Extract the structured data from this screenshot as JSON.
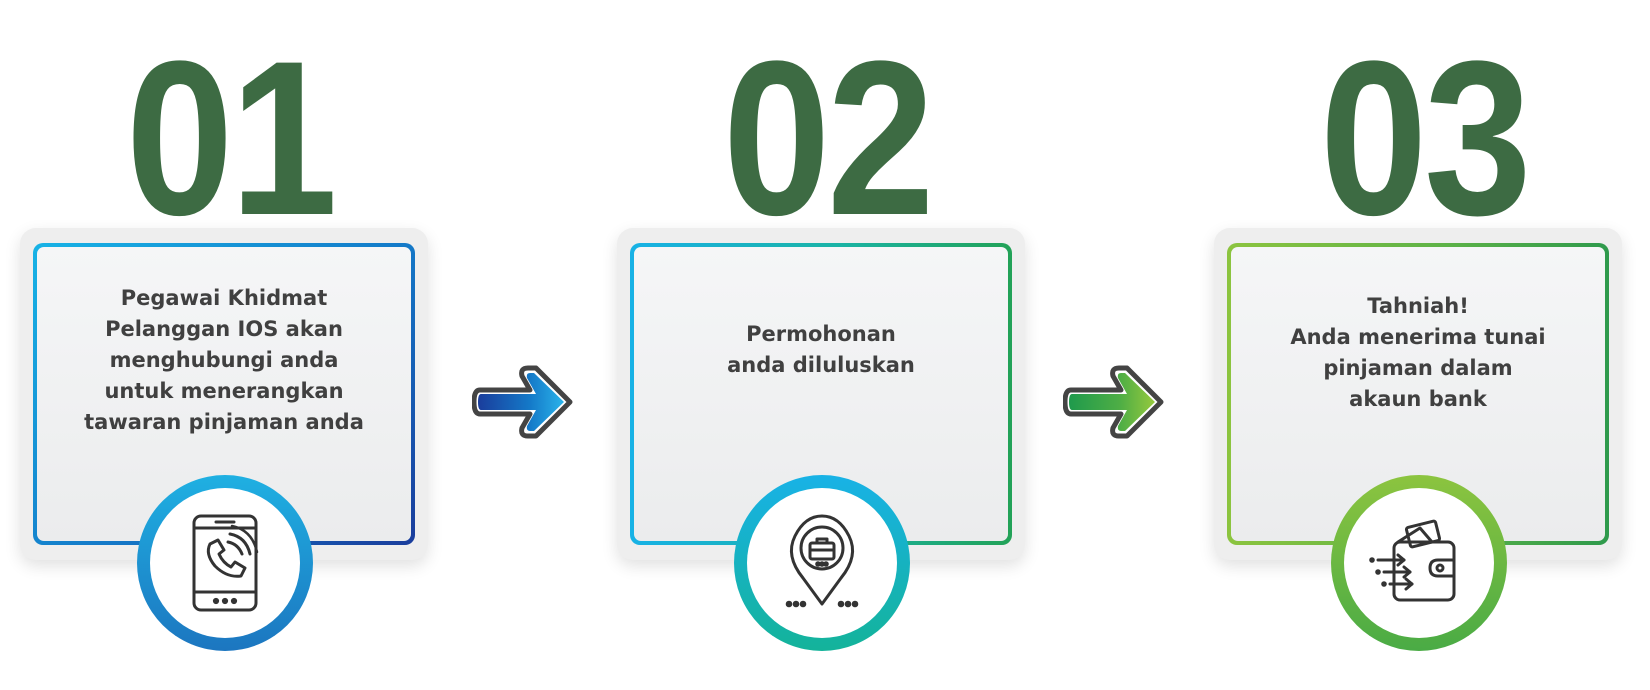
{
  "steps": [
    {
      "number": "01",
      "lines": [
        "Pegawai Khidmat",
        "Pelanggan IOS akan",
        "menghubungi anda",
        "untuk menerangkan",
        "tawaran pinjaman anda"
      ],
      "icon": "phone-call-icon",
      "accent": "#1c76c0"
    },
    {
      "number": "02",
      "lines": [
        "Permohonan",
        "anda diluluskan"
      ],
      "icon": "briefcase-location-pin-icon",
      "accent": "#14b39a"
    },
    {
      "number": "03",
      "lines": [
        "Tahniah!",
        "Anda menerima tunai",
        "pinjaman dalam",
        "akaun bank"
      ],
      "icon": "wallet-transfer-icon",
      "accent": "#4aab45"
    }
  ],
  "connectors": [
    {
      "icon": "arrow-right-icon",
      "color": "#1a4fa3"
    },
    {
      "icon": "arrow-right-icon",
      "color": "#3aa64a"
    }
  ],
  "colors": {
    "number": "#3d6b43",
    "text": "#404040"
  }
}
